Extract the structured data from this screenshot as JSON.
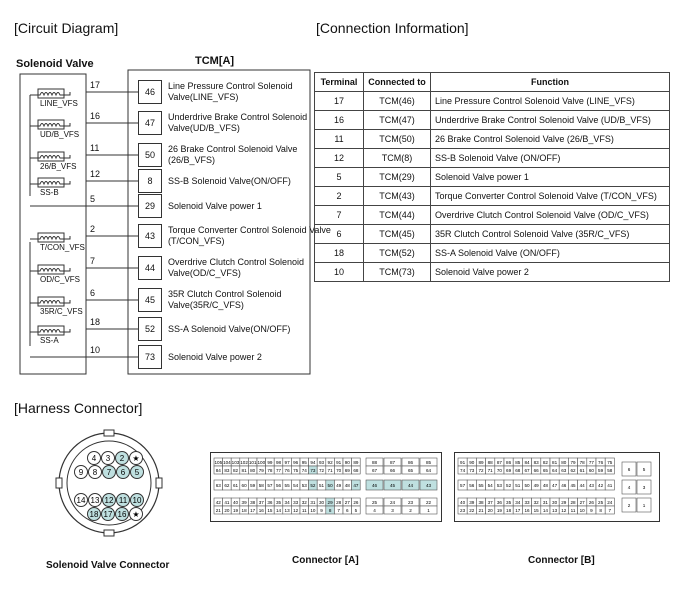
{
  "sections": {
    "circuit": "[Circuit Diagram]",
    "connection": "[Connection Information]",
    "harness": "[Harness Connector]"
  },
  "circuit": {
    "solenoid_title": "Solenoid Valve",
    "tcm_title": "TCM[A]",
    "solenoid_labels": [
      "LINE_VFS",
      "UD/B_VFS",
      "26/B_VFS",
      "SS-B",
      "T/CON_VFS",
      "OD/C_VFS",
      "35R/C_VFS",
      "SS-A"
    ],
    "rows": [
      {
        "pin": "17",
        "num": "46",
        "desc": "Line Pressure Control Solenoid Valve(LINE_VFS)"
      },
      {
        "pin": "16",
        "num": "47",
        "desc": "Underdrive Brake Control Solenoid Valve(UD/B_VFS)"
      },
      {
        "pin": "11",
        "num": "50",
        "desc": "26 Brake Control Solenoid Valve (26/B_VFS)"
      },
      {
        "pin": "12",
        "num": "8",
        "desc": "SS-B Solenoid Valve(ON/OFF)"
      },
      {
        "pin": "5",
        "num": "29",
        "desc": "Solenoid Valve power 1"
      },
      {
        "pin": "2",
        "num": "43",
        "desc": "Torque Converter Control Solenoid Valve (T/CON_VFS)"
      },
      {
        "pin": "7",
        "num": "44",
        "desc": "Overdrive Clutch Control Solenoid Valve(OD/C_VFS)"
      },
      {
        "pin": "6",
        "num": "45",
        "desc": "35R Clutch Control Solenoid Valve(35R/C_VFS)"
      },
      {
        "pin": "18",
        "num": "52",
        "desc": "SS-A Solenoid Valve(ON/OFF)"
      },
      {
        "pin": "10",
        "num": "73",
        "desc": "Solenoid Valve power 2"
      }
    ]
  },
  "connection_table": {
    "headers": [
      "Terminal",
      "Connected to",
      "Function"
    ],
    "rows": [
      [
        "17",
        "TCM(46)",
        "Line Pressure Control Solenoid Valve (LINE_VFS)"
      ],
      [
        "16",
        "TCM(47)",
        "Underdrive Brake Control Solenoid Valve (UD/B_VFS)"
      ],
      [
        "11",
        "TCM(50)",
        "26 Brake Control Solenoid Valve (26/B_VFS)"
      ],
      [
        "12",
        "TCM(8)",
        "SS-B Solenoid Valve (ON/OFF)"
      ],
      [
        "5",
        "TCM(29)",
        "Solenoid Valve power 1"
      ],
      [
        "2",
        "TCM(43)",
        "Torque Converter Control Solenoid Valve (T/CON_VFS)"
      ],
      [
        "7",
        "TCM(44)",
        "Overdrive Clutch Control Solenoid Valve (OD/C_VFS)"
      ],
      [
        "6",
        "TCM(45)",
        "35R Clutch Control Solenoid Valve (35R/C_VFS)"
      ],
      [
        "18",
        "TCM(52)",
        "SS-A Solenoid Valve (ON/OFF)"
      ],
      [
        "10",
        "TCM(73)",
        "Solenoid Valve power 2"
      ]
    ]
  },
  "harness": {
    "captions": [
      "Solenoid Valve Connector",
      "Connector [A]",
      "Connector [B]"
    ],
    "round_connector": {
      "top_row1": [
        "4",
        "3",
        "2",
        "★"
      ],
      "top_row2": [
        "9",
        "8",
        "7",
        "6",
        "5"
      ],
      "bot_row1": [
        "14",
        "13",
        "12",
        "11",
        "10"
      ],
      "bot_row2": [
        "18",
        "17",
        "16",
        "★"
      ]
    },
    "conn_a": {
      "upper_row1": [
        "105",
        "104",
        "103",
        "102",
        "101",
        "100",
        "99",
        "98",
        "97",
        "96",
        "95",
        "94",
        "93",
        "92",
        "91",
        "90",
        "89"
      ],
      "upper_row1_right": [
        "88",
        "87",
        "86",
        "85"
      ],
      "upper_row2": [
        "84",
        "83",
        "82",
        "81",
        "80",
        "79",
        "78",
        "77",
        "76",
        "75",
        "74",
        "73",
        "72",
        "71",
        "70",
        "69",
        "68"
      ],
      "upper_row2_right": [
        "67",
        "66",
        "65",
        "64"
      ],
      "mid_row": [
        "63",
        "62",
        "61",
        "60",
        "59",
        "58",
        "57",
        "56",
        "55",
        "54",
        "53",
        "52",
        "51",
        "50",
        "49",
        "48",
        "47"
      ],
      "mid_row_right": [
        "46",
        "45",
        "44",
        "43"
      ],
      "low_row1": [
        "42",
        "41",
        "40",
        "39",
        "38",
        "37",
        "36",
        "35",
        "34",
        "33",
        "32",
        "31",
        "30",
        "29",
        "28",
        "27",
        "26"
      ],
      "low_row1_right": [
        "25",
        "24",
        "23",
        "22"
      ],
      "low_row2": [
        "21",
        "20",
        "19",
        "18",
        "17",
        "16",
        "15",
        "14",
        "13",
        "12",
        "11",
        "10",
        "9",
        "8",
        "7",
        "6",
        "5"
      ],
      "low_row2_right": [
        "4",
        "3",
        "2",
        "1"
      ],
      "highlighted": [
        "73",
        "52",
        "50",
        "47",
        "46",
        "45",
        "44",
        "43",
        "29",
        "8"
      ],
      "highlight_color": "#bfe0e0"
    },
    "conn_b": {
      "upper_row1": [
        "91",
        "90",
        "89",
        "88",
        "87",
        "86",
        "85",
        "84",
        "83",
        "82",
        "81",
        "80",
        "79",
        "78",
        "77",
        "76",
        "75"
      ],
      "upper_row2": [
        "74",
        "73",
        "72",
        "71",
        "70",
        "69",
        "68",
        "67",
        "66",
        "65",
        "64",
        "63",
        "62",
        "61",
        "60",
        "59",
        "58"
      ],
      "mid_row": [
        "57",
        "56",
        "55",
        "54",
        "53",
        "52",
        "51",
        "50",
        "49",
        "48",
        "47",
        "46",
        "45",
        "44",
        "43",
        "42",
        "41"
      ],
      "low_row1": [
        "40",
        "39",
        "38",
        "37",
        "36",
        "35",
        "34",
        "33",
        "32",
        "31",
        "30",
        "29",
        "28",
        "27",
        "26",
        "25",
        "24"
      ],
      "low_row2": [
        "23",
        "22",
        "21",
        "20",
        "19",
        "18",
        "17",
        "16",
        "15",
        "14",
        "13",
        "12",
        "11",
        "10",
        "9",
        "8",
        "7"
      ],
      "right_pairs": [
        [
          "6",
          "5"
        ],
        [
          "4",
          "3"
        ],
        [
          "2",
          "1"
        ]
      ]
    }
  }
}
